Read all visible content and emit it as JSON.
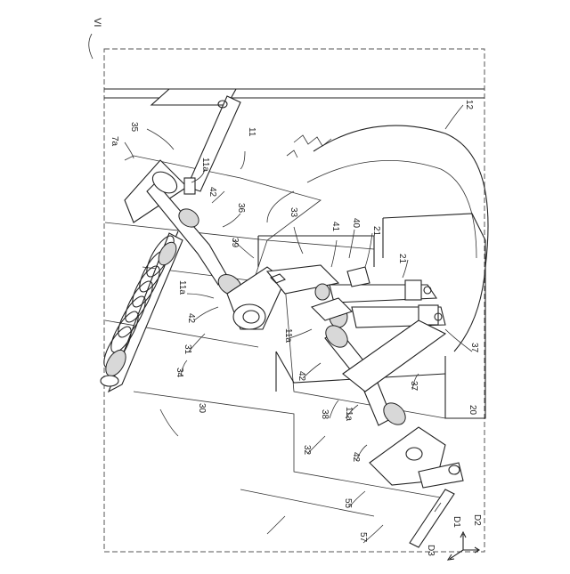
{
  "figure_label": "VI",
  "labels": [
    {
      "id": "l-7a",
      "text": "7a"
    },
    {
      "id": "l-35",
      "text": "35"
    },
    {
      "id": "l-11a-top",
      "text": "11a"
    },
    {
      "id": "l-11",
      "text": "11"
    },
    {
      "id": "l-12",
      "text": "12"
    },
    {
      "id": "l-42-a",
      "text": "42"
    },
    {
      "id": "l-36",
      "text": "36"
    },
    {
      "id": "l-33",
      "text": "33"
    },
    {
      "id": "l-39",
      "text": "39"
    },
    {
      "id": "l-41",
      "text": "41"
    },
    {
      "id": "l-40",
      "text": "40"
    },
    {
      "id": "l-21-a",
      "text": "21"
    },
    {
      "id": "l-21-b",
      "text": "21"
    },
    {
      "id": "l-11a-mid",
      "text": "11a"
    },
    {
      "id": "l-42-b",
      "text": "42"
    },
    {
      "id": "l-31",
      "text": "31"
    },
    {
      "id": "l-34",
      "text": "34"
    },
    {
      "id": "l-30",
      "text": "30"
    },
    {
      "id": "l-11a-c",
      "text": "11a"
    },
    {
      "id": "l-42-c",
      "text": "42"
    },
    {
      "id": "l-37-a",
      "text": "37"
    },
    {
      "id": "l-37-b",
      "text": "37"
    },
    {
      "id": "l-38",
      "text": "38"
    },
    {
      "id": "l-11a-d",
      "text": "11a"
    },
    {
      "id": "l-32",
      "text": "32"
    },
    {
      "id": "l-42-d",
      "text": "42"
    },
    {
      "id": "l-20",
      "text": "20"
    },
    {
      "id": "l-55",
      "text": "55"
    },
    {
      "id": "l-57",
      "text": "57"
    },
    {
      "id": "l-d1",
      "text": "D1"
    },
    {
      "id": "l-d2",
      "text": "D2"
    },
    {
      "id": "l-d3",
      "text": "D3"
    }
  ]
}
